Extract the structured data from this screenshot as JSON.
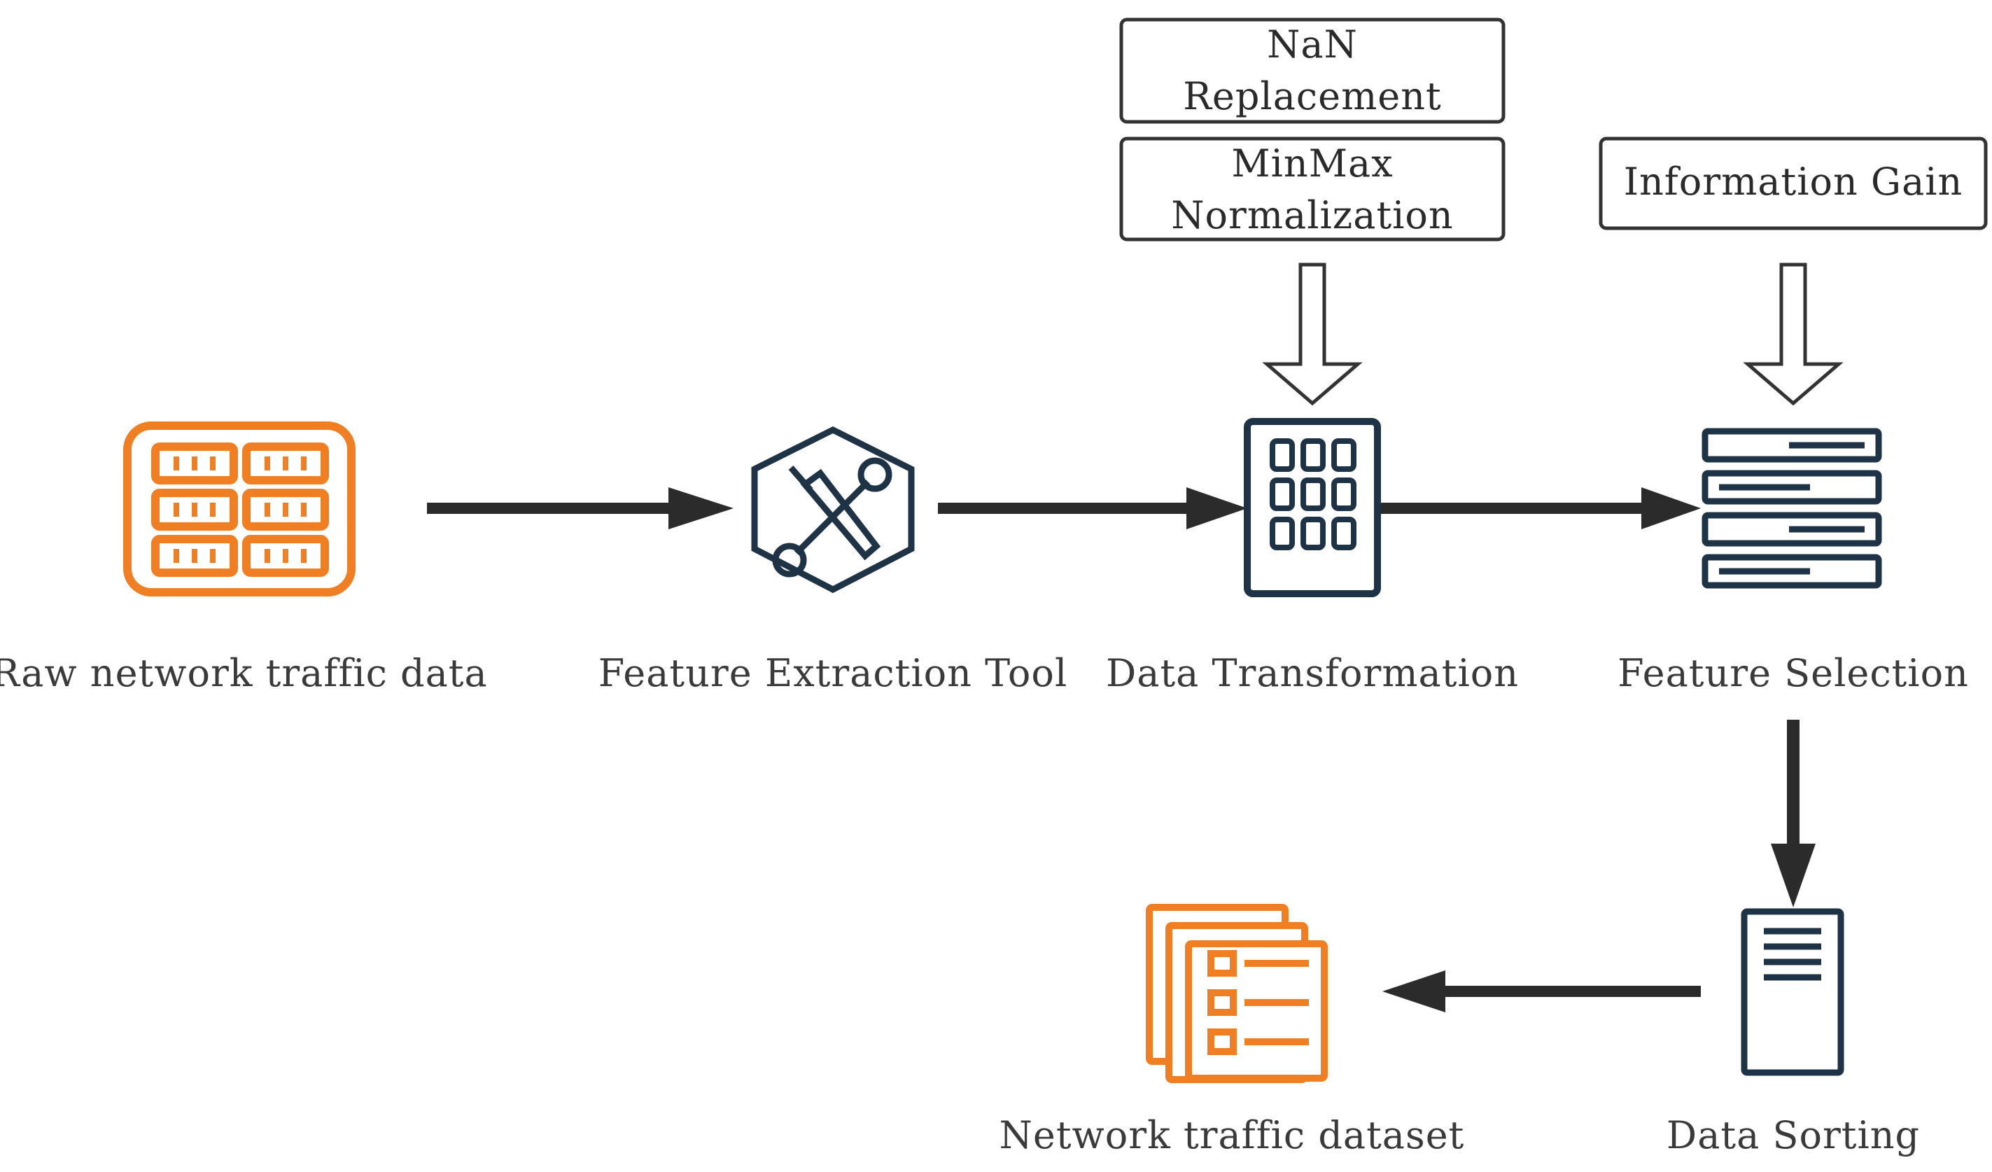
{
  "colors": {
    "orange": "#F07F24",
    "navy": "#1F3347",
    "arrow": "#2B2B2B",
    "text": "#3A3A3A"
  },
  "nodes": {
    "raw": {
      "label": "Raw network traffic data",
      "icon": "server-rack-icon"
    },
    "extraction": {
      "label": "Feature Extraction Tool",
      "icon": "tools-hexagon-icon"
    },
    "transformation": {
      "label": "Data Transformation",
      "icon": "building-grid-icon"
    },
    "selection": {
      "label": "Feature Selection",
      "icon": "stacked-rows-icon"
    },
    "sorting": {
      "label": "Data Sorting",
      "icon": "document-lines-icon"
    },
    "dataset": {
      "label": "Network traffic dataset",
      "icon": "stacked-checklist-icon"
    }
  },
  "boxes": {
    "nan": {
      "line1": "NaN",
      "line2": "Replacement"
    },
    "minmax": {
      "line1": "MinMax",
      "line2": "Normalization"
    },
    "infogain": {
      "line1": "Information Gain"
    }
  }
}
